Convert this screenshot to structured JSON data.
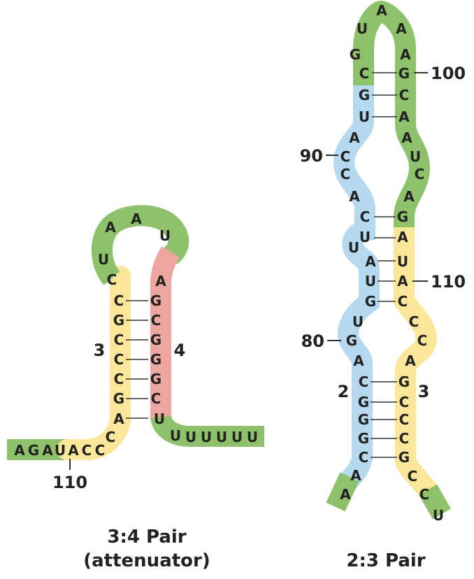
{
  "colors": {
    "green": "#8ec26a",
    "yellow": "#fbe79a",
    "red": "#eda7a0",
    "blue": "#b5daf0"
  },
  "left": {
    "region_labels": [
      "3",
      "4"
    ],
    "position_label": "110",
    "caption_line1": "3:4 Pair",
    "caption_line2": "(attenuator)"
  },
  "right": {
    "region_labels": [
      "2",
      "3"
    ],
    "position_labels": [
      "100",
      "90",
      "110",
      "80"
    ],
    "caption": "2:3 Pair"
  }
}
